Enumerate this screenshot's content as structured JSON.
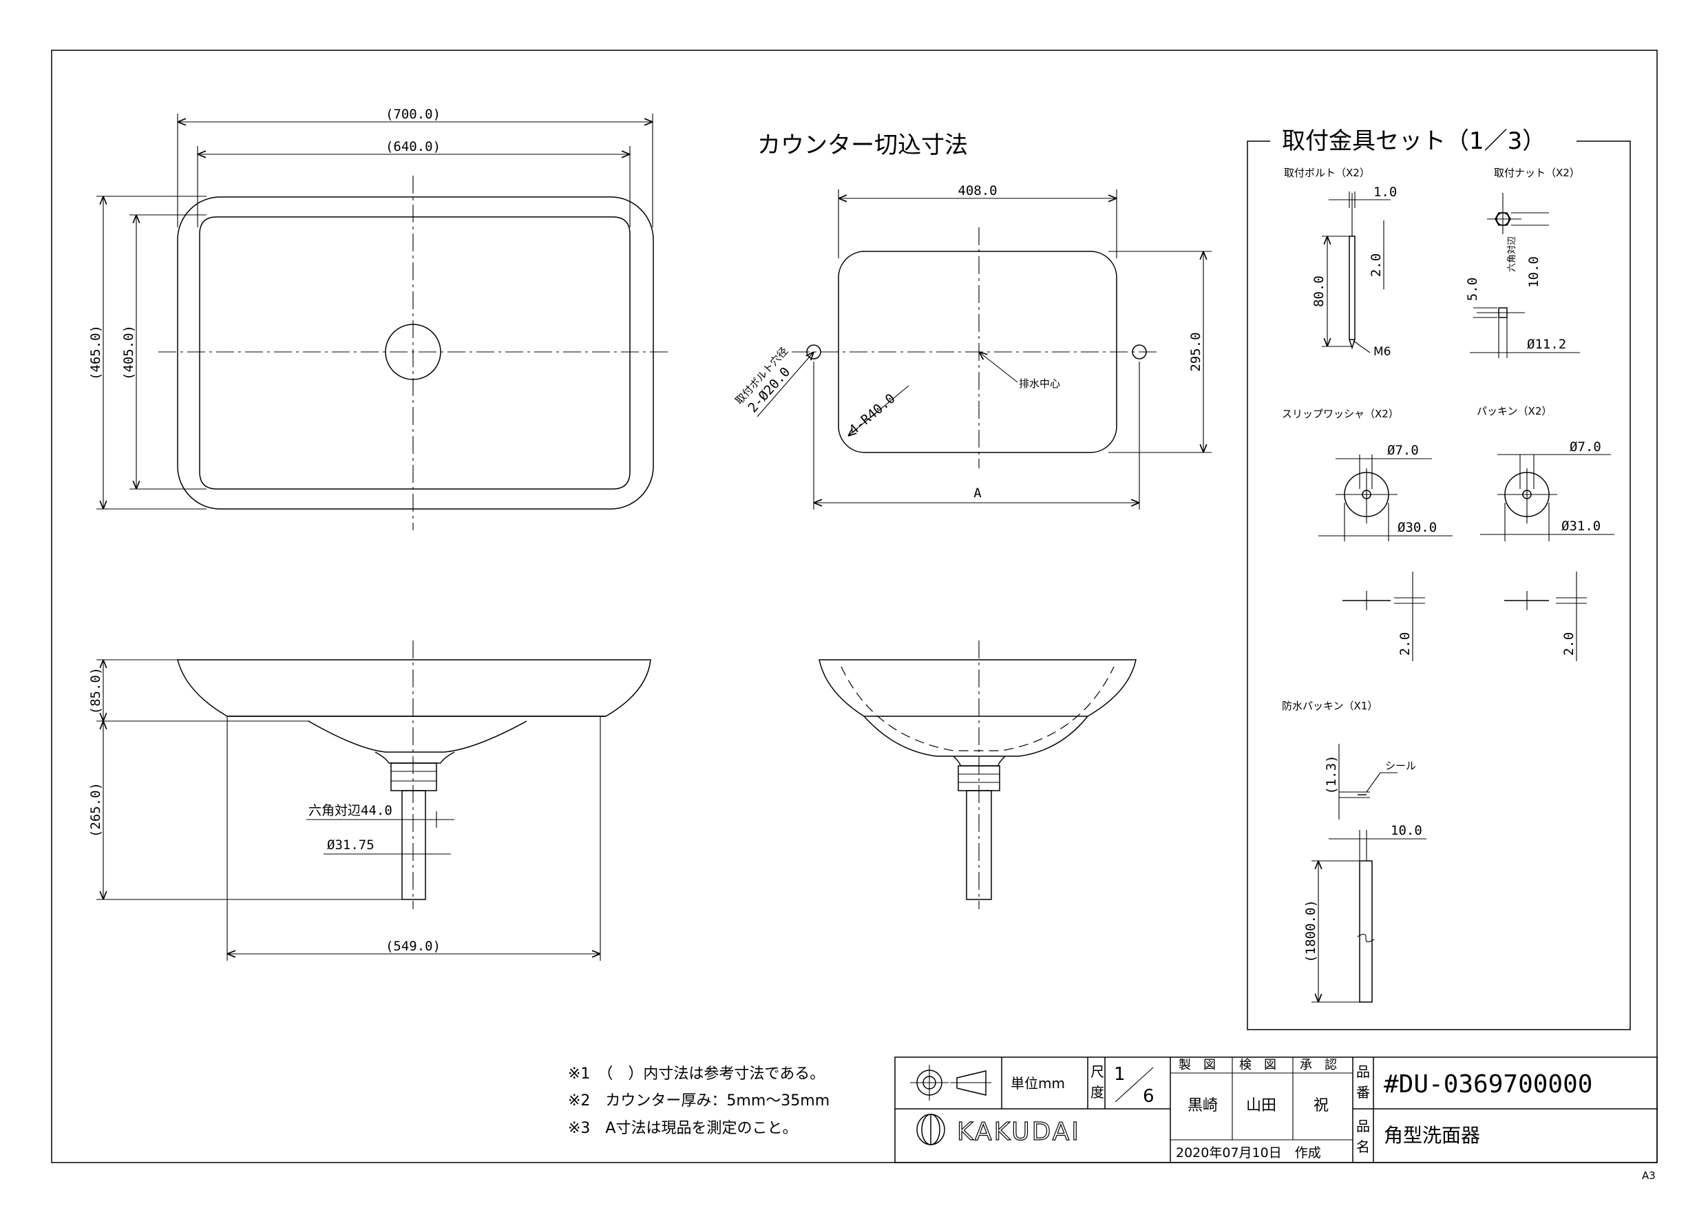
{
  "top_view": {
    "dims": [
      "(700.0)",
      "(640.0)",
      "(465.0)",
      "(405.0)"
    ]
  },
  "counter_cut": {
    "title": "カウンター切込寸法",
    "dims": [
      "408.0",
      "295.0",
      "A",
      "4-R40.0"
    ],
    "bolt_hole_label_1": "取付ボルト穴径",
    "bolt_hole_label_2": "2-Ø20.0",
    "drain_center": "排水中心"
  },
  "side_view": {
    "dims": [
      "(85.0)",
      "(265.0)",
      "(549.0)",
      "六角対辺44.0",
      "Ø31.75"
    ]
  },
  "kit": {
    "title": "取付金具セット（1／3）",
    "bolt": {
      "label": "取付ボルト（X2）",
      "dims": [
        "1.0",
        "80.0",
        "2.0",
        "M6"
      ]
    },
    "nut": {
      "label": "取付ナット（X2）",
      "dims": [
        "六角対辺",
        "10.0",
        "5.0",
        "Ø11.2"
      ]
    },
    "washer": {
      "label": "スリップワッシャ（X2）",
      "dims": [
        "Ø7.0",
        "Ø30.0",
        "2.0"
      ]
    },
    "packing": {
      "label": "パッキン（X2）",
      "dims": [
        "Ø7.0",
        "Ø31.0",
        "2.0"
      ]
    },
    "waterproof": {
      "label": "防水パッキン（X1）",
      "dims": [
        "(1.3)",
        "シール",
        "10.0",
        "(1800.0)"
      ]
    }
  },
  "notes": [
    "※1　（　）内寸法は参考寸法である。",
    "※2　カウンター厚み：5mm～35mm",
    "※3　A寸法は現品を測定のこと。"
  ],
  "title_block": {
    "unit": "単位mm",
    "scale_label_1": "尺",
    "scale_label_2": "度",
    "scale_num": "1",
    "scale_den": "6",
    "made": "製　図",
    "checked": "検　図",
    "approved": "承　認",
    "made_name": "黒崎",
    "checked_name": "山田",
    "approved_name": "祝",
    "hinban_1": "品",
    "hinban_2": "番",
    "hinmei_1": "品",
    "hinmei_2": "名",
    "part_no": "#DU-0369700000",
    "part_name": "角型洗面器",
    "brand": "KAKUDAI",
    "date": "2020年07月10日　作成"
  },
  "sheet_size": "A3"
}
